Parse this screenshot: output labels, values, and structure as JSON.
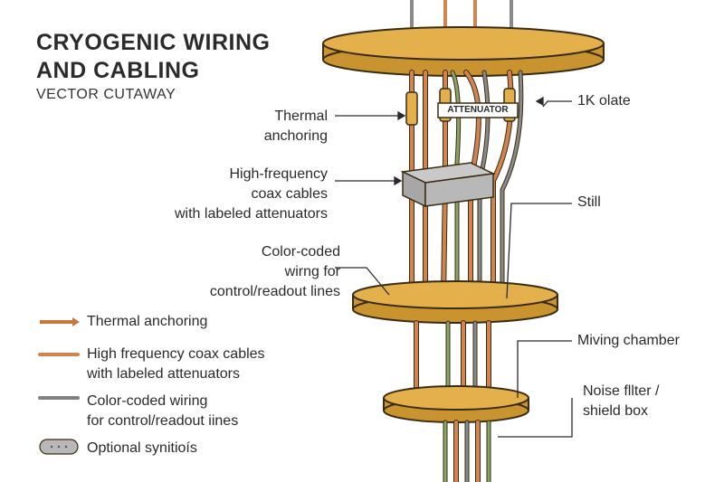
{
  "title": {
    "line1": "CRYOGENIC WIRING",
    "line2": "AND CABLING"
  },
  "subtitle": "VECTOR CUTAWAY",
  "attenuator_tag": "ATTENUATOR",
  "callouts": {
    "thermal_anchoring": [
      "Thermal",
      "anchoring"
    ],
    "hf_coax": [
      "High-frequency",
      "coax cables",
      "with labeled attenuators"
    ],
    "color_coded": [
      "Color-coded",
      "wirng for",
      "control/readout lines"
    ],
    "plate_1k": "1K olate",
    "still": "Still",
    "mixing_chamber": "Miving chamber",
    "noise_filter": [
      "Noise fllter /",
      "shield box"
    ]
  },
  "legend": [
    {
      "icon": "arrow-icon",
      "color": "#c8783a",
      "lines": [
        "Thermal anchoring"
      ]
    },
    {
      "icon": "orange-line-icon",
      "color": "#d08550",
      "lines": [
        "High  frequency coax cables",
        "with labeled attenuators"
      ]
    },
    {
      "icon": "gray-line-icon",
      "color": "#808080",
      "lines": [
        "Color-coded wiring",
        "for control/readout iines"
      ]
    },
    {
      "icon": "optional-capsule-icon",
      "color": "#b8b8b8",
      "lines": [
        "Optional synitioís"
      ]
    }
  ],
  "colors": {
    "plate": "#e3b04b",
    "plate_edge": "#3a2c12",
    "copper": "#d08550",
    "gray_wire": "#8a8a8a",
    "green_wire": "#8aa56a"
  }
}
